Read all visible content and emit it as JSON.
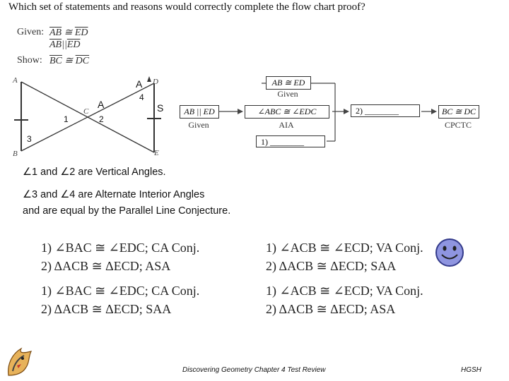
{
  "question": "Which set of statements and reasons would correctly complete the flow chart proof?",
  "given": {
    "label": "Given:",
    "line1": {
      "a": "AB",
      "rel": "≅",
      "b": "ED"
    },
    "line2": {
      "a": "AB",
      "rel": "||",
      "b": "ED"
    }
  },
  "show": {
    "label": "Show:",
    "a": "BC",
    "rel": "≅",
    "b": "DC"
  },
  "figure": {
    "vertex_labels": {
      "A": "A",
      "B": "B",
      "C": "C",
      "D": "D",
      "E": "E"
    },
    "angle_labels": {
      "one": "1",
      "two": "2",
      "three": "3",
      "four": "4"
    },
    "marks": {
      "a1": "A",
      "a2": "A",
      "s": "S"
    }
  },
  "flowchart": {
    "box_given_top": "AB ≅ ED",
    "cap_given_top": "Given",
    "box_parallel": "AB || ED",
    "cap_parallel": "Given",
    "box_angles": "∠ABC ≅ ∠EDC",
    "cap_angles": "AIA",
    "box_step2": "2) ________",
    "box_step1": "1) ________",
    "box_result": "BC ≅ DC",
    "cap_result": "CPCTC"
  },
  "notes": {
    "line1": "∠1 and ∠2 are Vertical Angles.",
    "line2": "∠3 and ∠4 are Alternate Interior Angles",
    "line3": "and are equal by  the Parallel Line Conjecture."
  },
  "choices": [
    {
      "s1": "1)  ∠BAC ≅ ∠EDC;  CA Conj.",
      "s2": "2)  ΔACB ≅ ΔECD;  ASA"
    },
    {
      "s1": "1)  ∠ACB ≅ ∠ECD;  VA Conj.",
      "s2": "2)  ΔACB ≅ ΔECD;  SAA"
    },
    {
      "s1": "1)  ∠BAC ≅ ∠EDC;  CA Conj.",
      "s2": "2)  ΔACB ≅ ΔECD;  SAA"
    },
    {
      "s1": "1)  ∠ACB ≅ ∠ECD;  VA Conj.",
      "s2": "2)  ΔACB ≅ ΔECD;  ASA"
    }
  ],
  "footer": {
    "center": "Discovering Geometry Chapter 4 Test Review",
    "right": "HGSH"
  },
  "colors": {
    "smiley_fill": "#8f95e0",
    "smiley_stroke": "#333a8a"
  },
  "icons": {
    "smiley": "smiley-face-icon",
    "logo": "dragon-logo-icon"
  }
}
